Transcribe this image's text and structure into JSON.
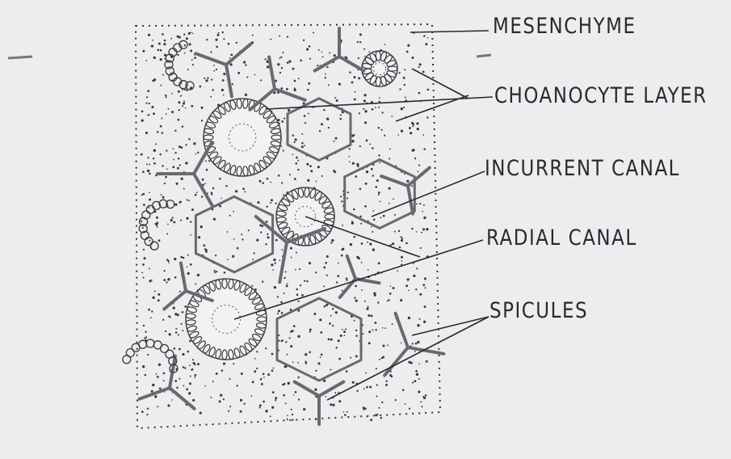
{
  "labels": {
    "mesenchyme": "MESENCHYME",
    "choanocyte_layer": "CHOANOCYTE LAYER",
    "incurrent_canal": "INCURRENT CANAL",
    "radial_canal": "RADIAL CANAL",
    "spicules": "SPICULES"
  },
  "colors": {
    "paper": "#ededf0",
    "ink": "#2a2a2e",
    "pencil": "#6a6a6e"
  }
}
